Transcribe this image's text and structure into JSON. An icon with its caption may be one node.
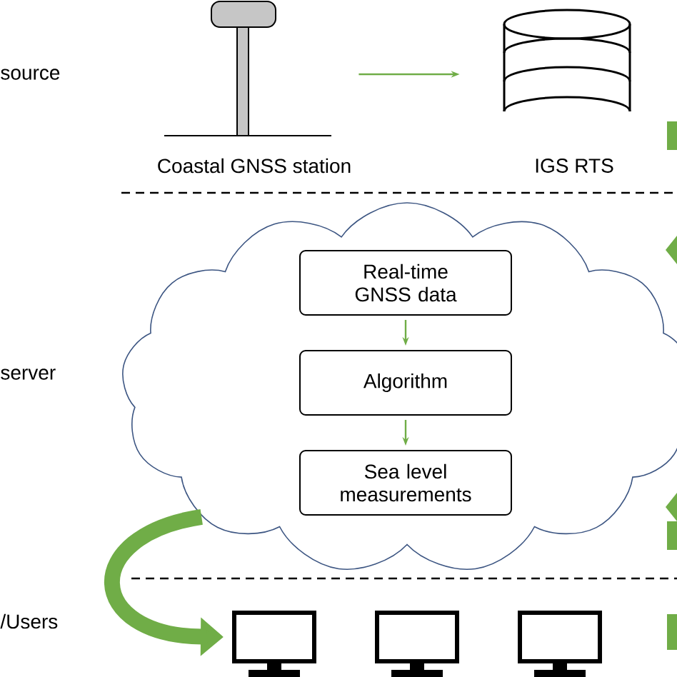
{
  "diagram": {
    "nodes": [
      {
        "text": [
          "Coastal GNSS station"
        ]
      },
      {
        "text": [
          "IGS RTS"
        ]
      },
      {
        "text": [],
        "shape": "cloud"
      },
      {
        "text": [
          "Real-time GNSS data"
        ],
        "in": 2
      },
      {
        "text": [
          "Algorithm"
        ],
        "in": 2
      },
      {
        "text": [
          "Sea level measurements"
        ],
        "in": 2
      },
      {
        "text": [],
        "shape": "monitor"
      },
      {
        "text": [],
        "shape": "monitor"
      },
      {
        "text": [],
        "shape": "monitor"
      }
    ],
    "edges": [
      {
        "from": 0,
        "to": 1,
        "arrow": "to"
      },
      {
        "from": 3,
        "to": 4,
        "arrow": "to"
      },
      {
        "from": 4,
        "to": 5,
        "arrow": "to"
      },
      {
        "from": 2,
        "to": 6,
        "arrow": "to",
        "style": "thick"
      }
    ],
    "labels": [
      "source",
      "server",
      "/Users"
    ]
  }
}
